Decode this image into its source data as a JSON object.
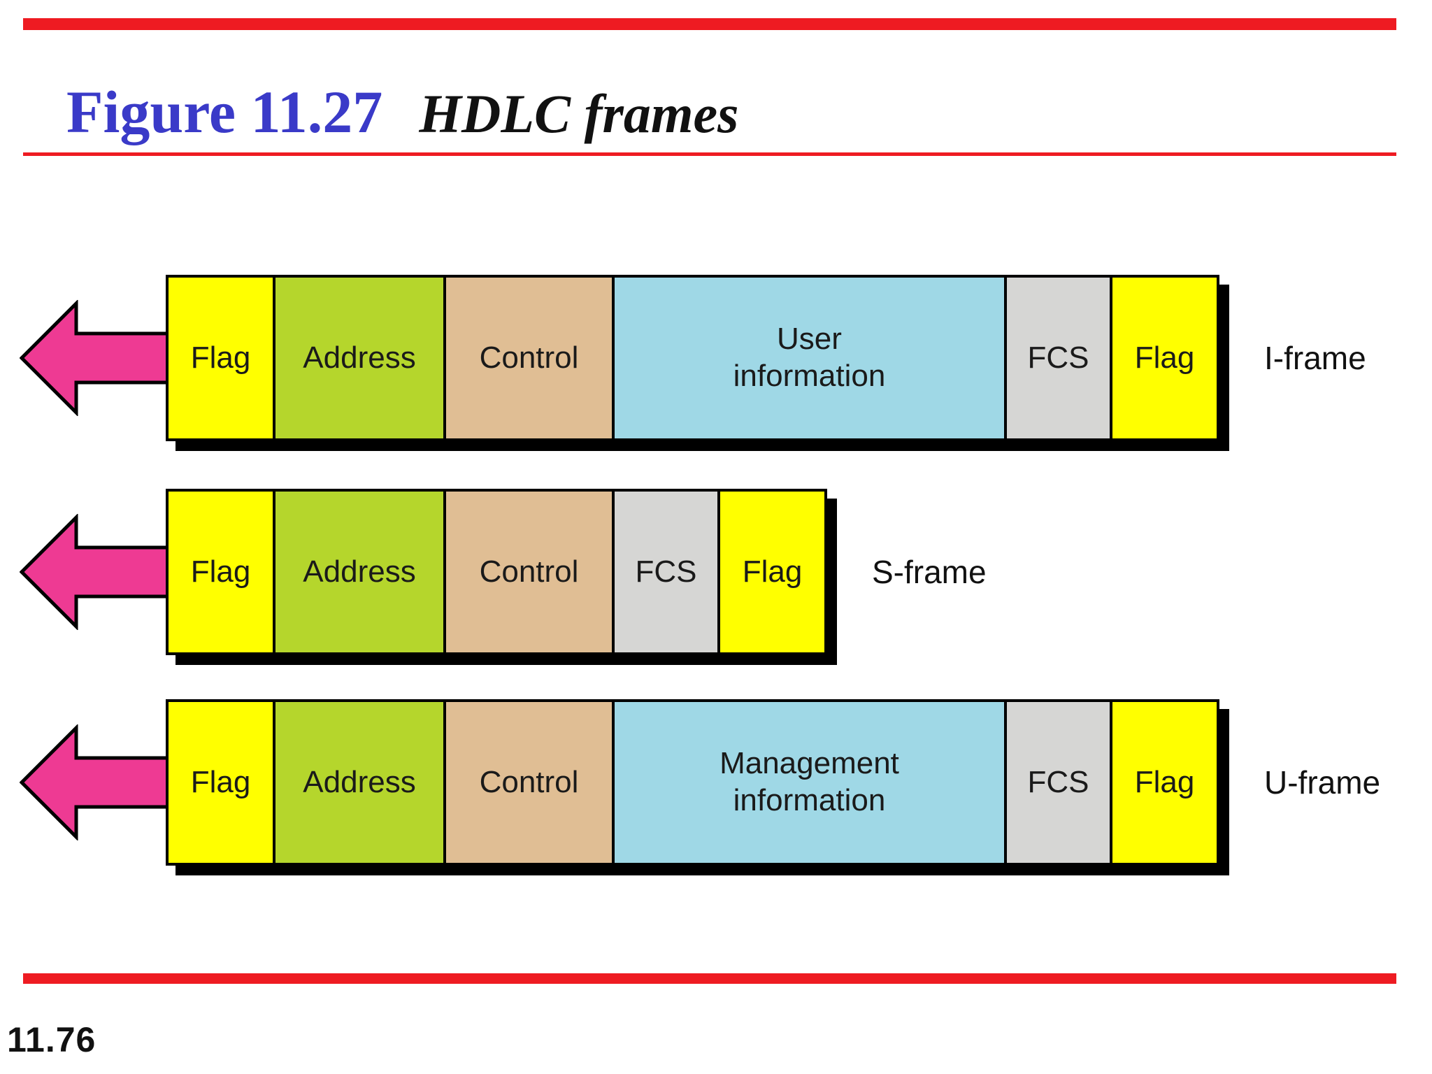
{
  "slide": {
    "figure_label": "Figure 11.27",
    "figure_title": "HDLC frames",
    "page_number": "11.76"
  },
  "colors": {
    "accent_red": "#ee1b22",
    "figure_label_blue": "#3a3ac8",
    "flag_yellow": "#ffff00",
    "address_green": "#b5d62c",
    "control_tan": "#e0be94",
    "info_blue": "#9fd8e6",
    "fcs_gray": "#d6d6d4",
    "arrow_pink": "#ee3a93"
  },
  "frames": [
    {
      "label": "I-frame",
      "fields": [
        {
          "key": "flag",
          "label": "Flag"
        },
        {
          "key": "address",
          "label": "Address"
        },
        {
          "key": "control",
          "label": "Control"
        },
        {
          "key": "info",
          "label": "User\ninformation"
        },
        {
          "key": "fcs",
          "label": "FCS"
        },
        {
          "key": "flag",
          "label": "Flag"
        }
      ]
    },
    {
      "label": "S-frame",
      "fields": [
        {
          "key": "flag",
          "label": "Flag"
        },
        {
          "key": "address",
          "label": "Address"
        },
        {
          "key": "control",
          "label": "Control"
        },
        {
          "key": "fcs",
          "label": "FCS"
        },
        {
          "key": "flag",
          "label": "Flag"
        }
      ]
    },
    {
      "label": "U-frame",
      "fields": [
        {
          "key": "flag",
          "label": "Flag"
        },
        {
          "key": "address",
          "label": "Address"
        },
        {
          "key": "control",
          "label": "Control"
        },
        {
          "key": "info",
          "label": "Management\ninformation"
        },
        {
          "key": "fcs",
          "label": "FCS"
        },
        {
          "key": "flag",
          "label": "Flag"
        }
      ]
    }
  ]
}
